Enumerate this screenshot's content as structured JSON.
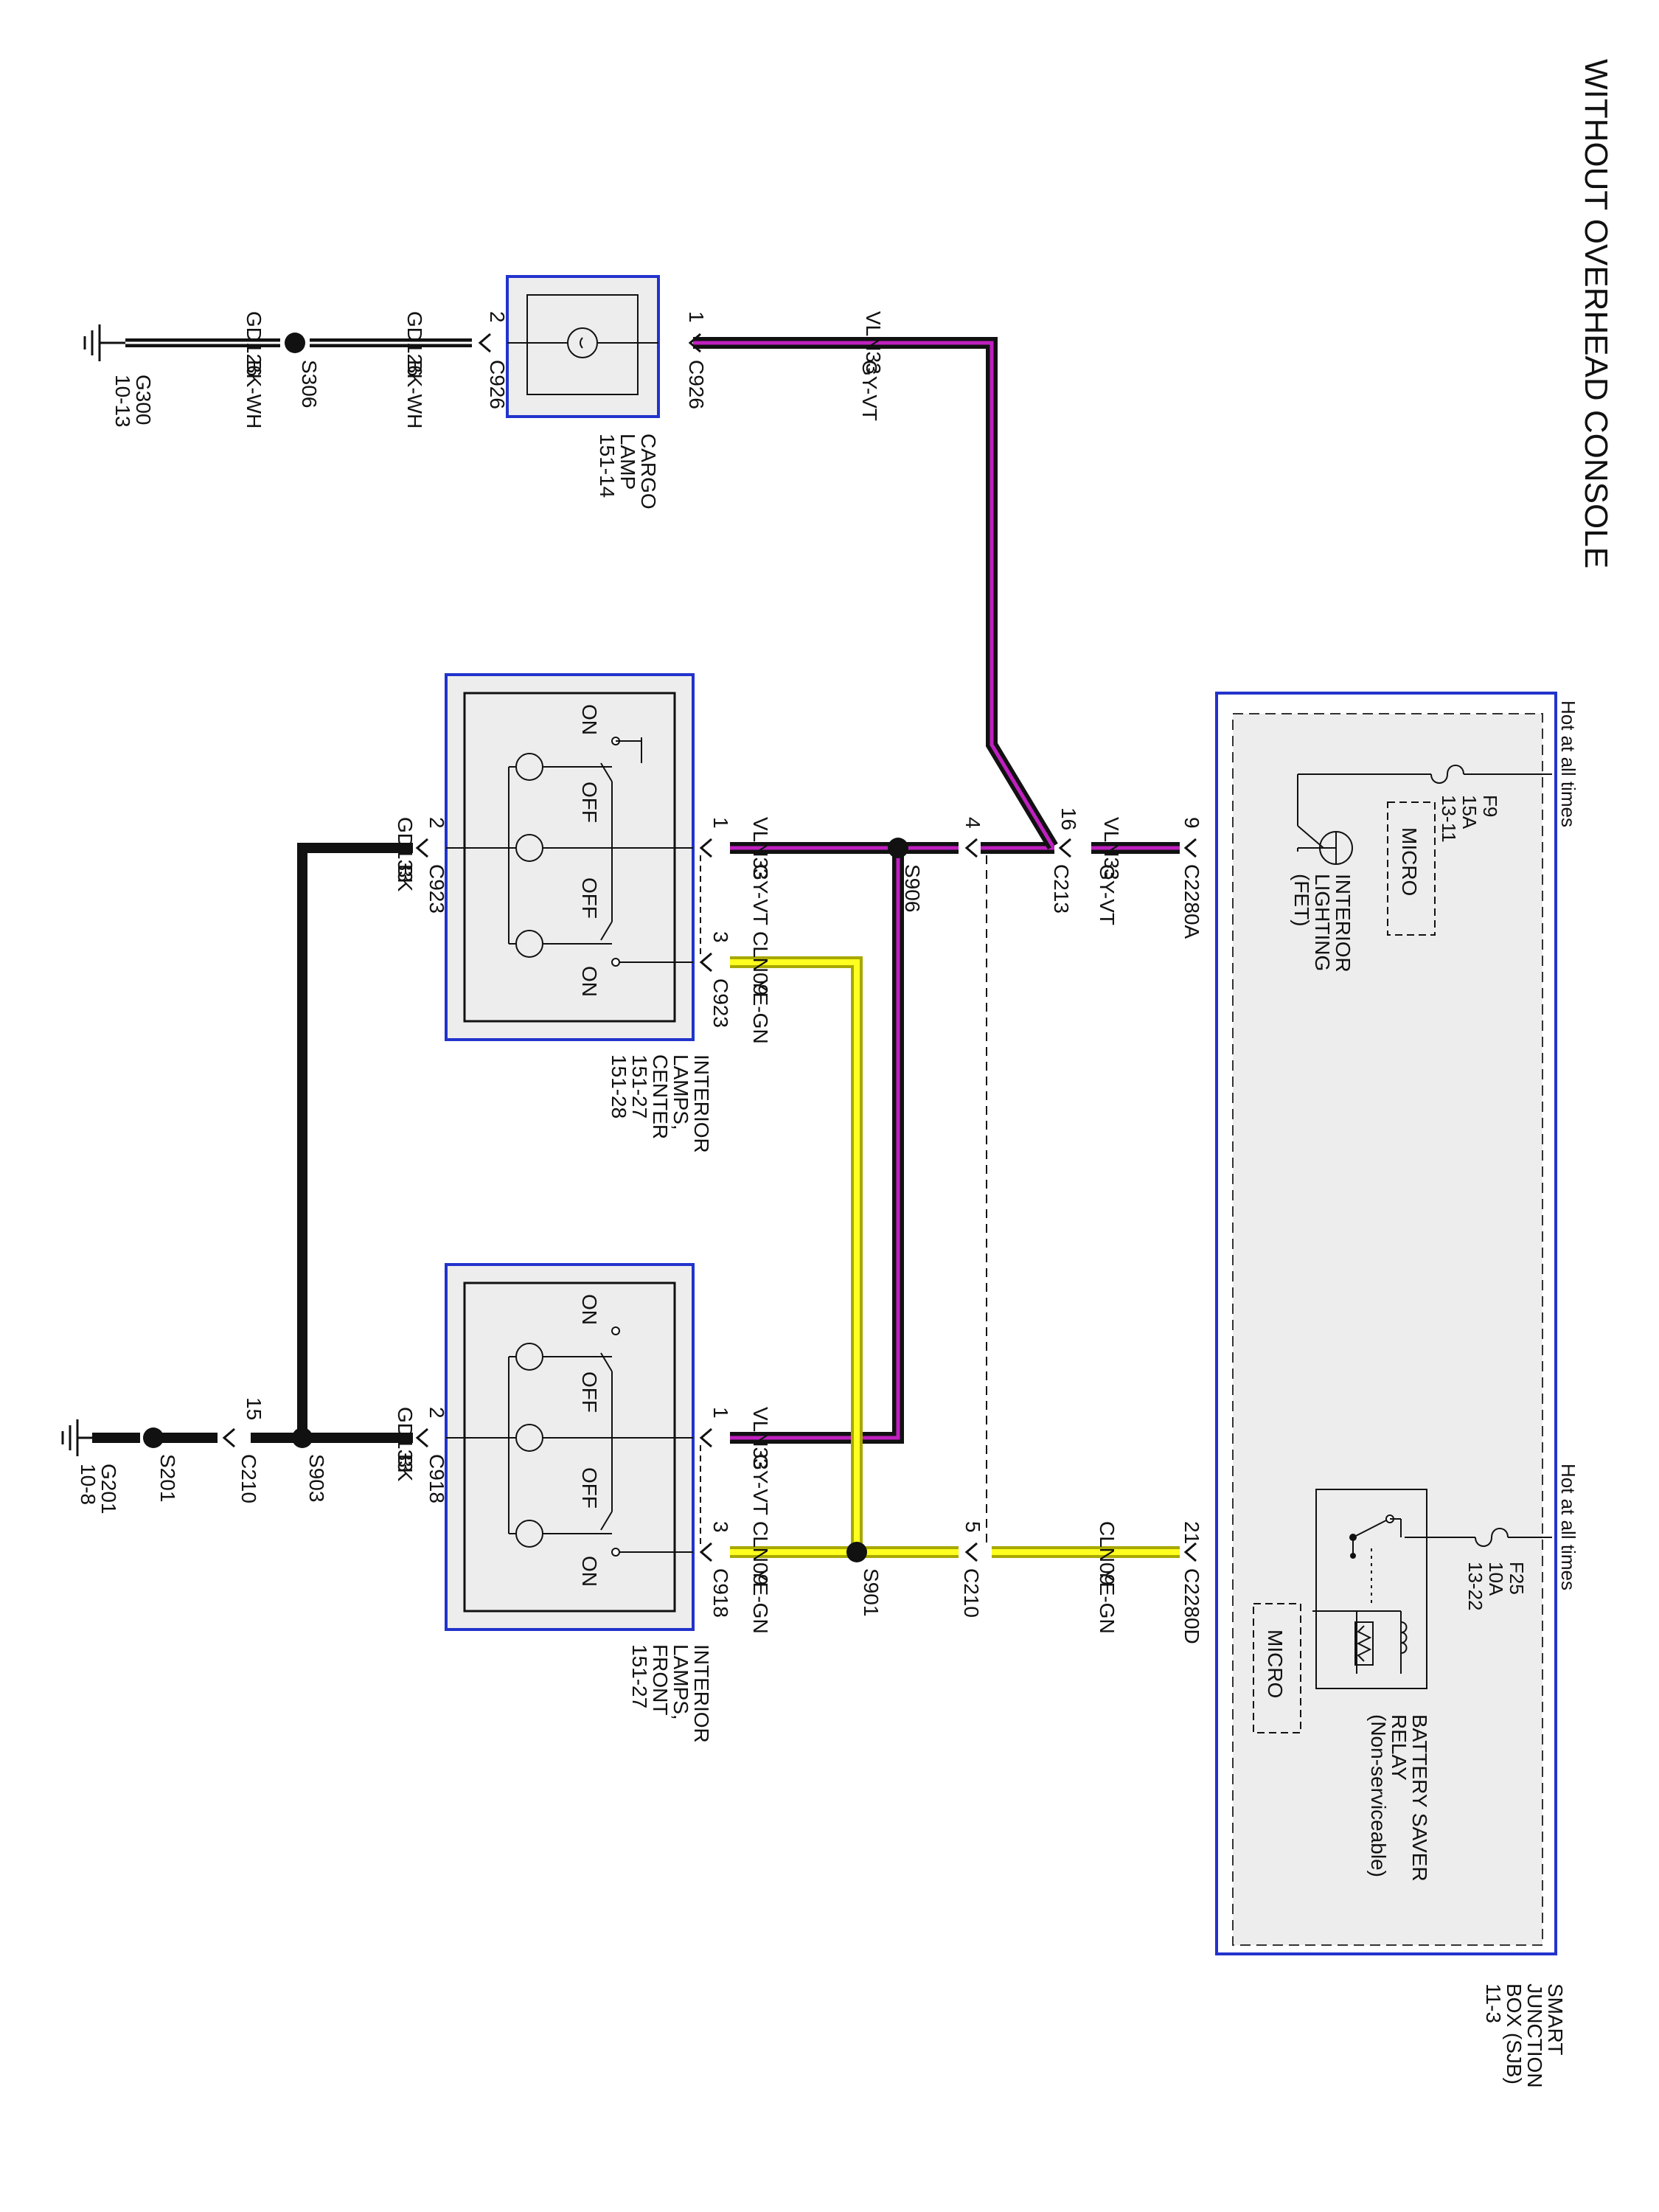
{
  "title": "WITHOUT OVERHEAD CONSOLE",
  "colors": {
    "gy_vt_outer": "#111111",
    "gy_vt_inner": "#c020c0",
    "ye_gn_outer": "#a8a800",
    "ye_gn_inner": "#ffff20",
    "box_border": "#2233cc",
    "box_fill": "#ededed"
  },
  "sjb": {
    "label": [
      "SMART",
      "JUNCTION",
      "BOX (SJB)",
      "11-3"
    ],
    "hot_top": "Hot at all times",
    "hot_bottom": "Hot at all times",
    "f9": [
      "F9",
      "15A",
      "13-11"
    ],
    "f25": [
      "F25",
      "10A",
      "13-22"
    ],
    "micro_top": "MICRO",
    "micro_bottom": "MICRO",
    "interior_lighting": [
      "INTERIOR",
      "LIGHTING",
      "(FET)"
    ],
    "battery_saver": [
      "BATTERY SAVER",
      "RELAY",
      "(Non-serviceable)"
    ]
  },
  "connectors": {
    "c2280a": "C2280A",
    "c2280a_pin": "9",
    "c2280d": "C2280D",
    "c2280d_pin": "21",
    "c213": "C213",
    "c213_pin_in": "16",
    "c213_pin_out": "4",
    "c210": "C210",
    "c210_pin": "5",
    "c210_gnd": "C210",
    "c210_gnd_pin": "15",
    "c926_1": "C926",
    "c926_1_pin": "1",
    "c926_2": "C926",
    "c926_2_pin": "2",
    "c923_1": "1",
    "c923_3": "3",
    "c923_3_name": "C923",
    "c923_2": "C923",
    "c923_2_pin": "2",
    "c918_1": "1",
    "c918_3": "3",
    "c918_3_name": "C918",
    "c918_2": "C918",
    "c918_2_pin": "2"
  },
  "splices": {
    "s906": "S906",
    "s901": "S901",
    "s903": "S903",
    "s306": "S306",
    "s201": "S201"
  },
  "grounds": {
    "g300": [
      "G300",
      "10-13"
    ],
    "g201": [
      "G201",
      "10-8"
    ]
  },
  "wires": {
    "vln33": "VLN33",
    "gy_vt": "GY-VT",
    "cln09": "CLN09",
    "ye_gn": "YE-GN",
    "gd126": "GD126",
    "bk_wh": "BK-WH",
    "gd133": "GD133",
    "bk": "BK"
  },
  "components": {
    "cargo_lamp": [
      "CARGO",
      "LAMP",
      "151-14"
    ],
    "center_lamps": [
      "INTERIOR",
      "LAMPS,",
      "CENTER",
      "151-27",
      "151-28"
    ],
    "front_lamps": [
      "INTERIOR",
      "LAMPS,",
      "FRONT",
      "151-27"
    ],
    "on": "ON",
    "off": "OFF"
  }
}
